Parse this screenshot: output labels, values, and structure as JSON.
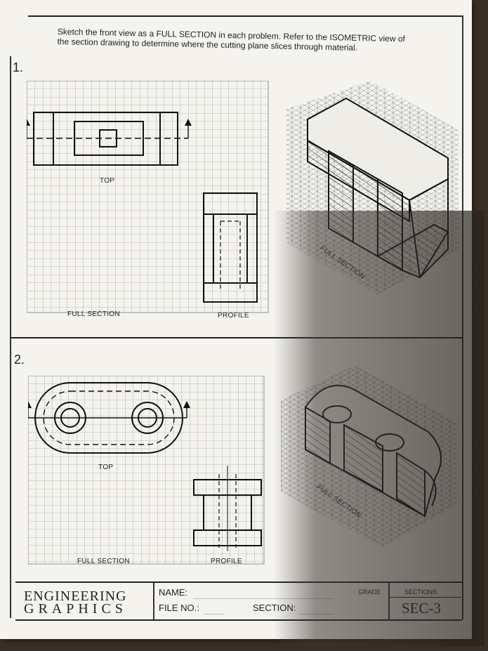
{
  "instructions": {
    "line1": "Sketch the front view as a FULL SECTION in each problem.  Refer to the ISOMETRIC view of",
    "line2": "the section drawing to determine where the cutting plane slices through material."
  },
  "problem1": {
    "number": "1.",
    "top_label": "TOP",
    "section_label": "FULL SECTION",
    "profile_label": "PROFILE",
    "iso_label": "FULL SECTION"
  },
  "problem2": {
    "number": "2.",
    "top_label": "TOP",
    "section_label": "FULL SECTION",
    "profile_label": "PROFILE",
    "iso_label": "FULL SECTION"
  },
  "title_block": {
    "line1": "ENGINEERING",
    "line2": "GRAPHICS",
    "name_label": "NAME:",
    "file_label": "FILE NO.:",
    "section_label": "SECTION:",
    "grade_label": "GRADE",
    "sections_label": "SECTIONS",
    "code": "SEC-3"
  }
}
